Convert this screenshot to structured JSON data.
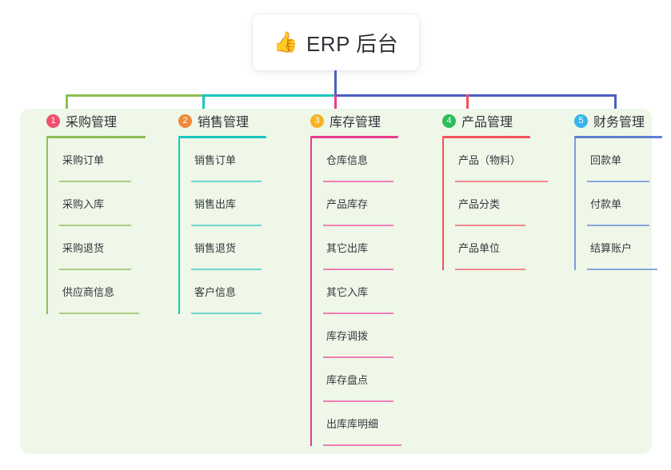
{
  "diagram": {
    "root": {
      "icon": "thumbs-up-icon",
      "icon_glyph": "👍",
      "title": "ERP 后台"
    },
    "panel_bg": "#eef7e8",
    "columns": [
      {
        "number": "1",
        "title": "采购管理",
        "badge_color": "#f0506e",
        "rule_color": "#8cc152",
        "item_rule_color": "#a8cf7e",
        "spine_color": "#8cc152",
        "connector_color": "#8cc152",
        "items": [
          "采购订单",
          "采购入库",
          "采购退货",
          "供应商信息"
        ]
      },
      {
        "number": "2",
        "title": "销售管理",
        "badge_color": "#f08a37",
        "rule_color": "#18c6bf",
        "item_rule_color": "#6fd6d1",
        "spine_color": "#18c6bf",
        "connector_color": "#18c6bf",
        "items": [
          "销售订单",
          "销售出库",
          "销售退货",
          "客户信息"
        ]
      },
      {
        "number": "3",
        "title": "库存管理",
        "badge_color": "#f5b324",
        "rule_color": "#ea3a8e",
        "item_rule_color": "#ef7fb5",
        "spine_color": "#ea3a8e",
        "connector_color": "#ea3a8e",
        "items": [
          "仓库信息",
          "产品库存",
          "其它出库",
          "其它入库",
          "库存调拨",
          "库存盘点",
          "出库库明细"
        ]
      },
      {
        "number": "4",
        "title": "产品管理",
        "badge_color": "#2ebd59",
        "rule_color": "#f4525a",
        "item_rule_color": "#f4868c",
        "spine_color": "#f4525a",
        "connector_color": "#f4525a",
        "items": [
          "产品（物料）",
          "产品分类",
          "产品单位"
        ]
      },
      {
        "number": "5",
        "title": "财务管理",
        "badge_color": "#37b4ea",
        "rule_color": "#5c7fd0",
        "item_rule_color": "#8aa6de",
        "spine_color": "#7e9ddc",
        "connector_color": "#4b5fc4",
        "items": [
          "回款单",
          "付款单",
          "结算账户"
        ]
      }
    ],
    "trunk": {
      "color": "#4b5fc4",
      "bar_segments": [
        {
          "color": "#8cc152"
        },
        {
          "color": "#18c6bf"
        },
        {
          "color": "#4b5fc4"
        }
      ]
    }
  }
}
